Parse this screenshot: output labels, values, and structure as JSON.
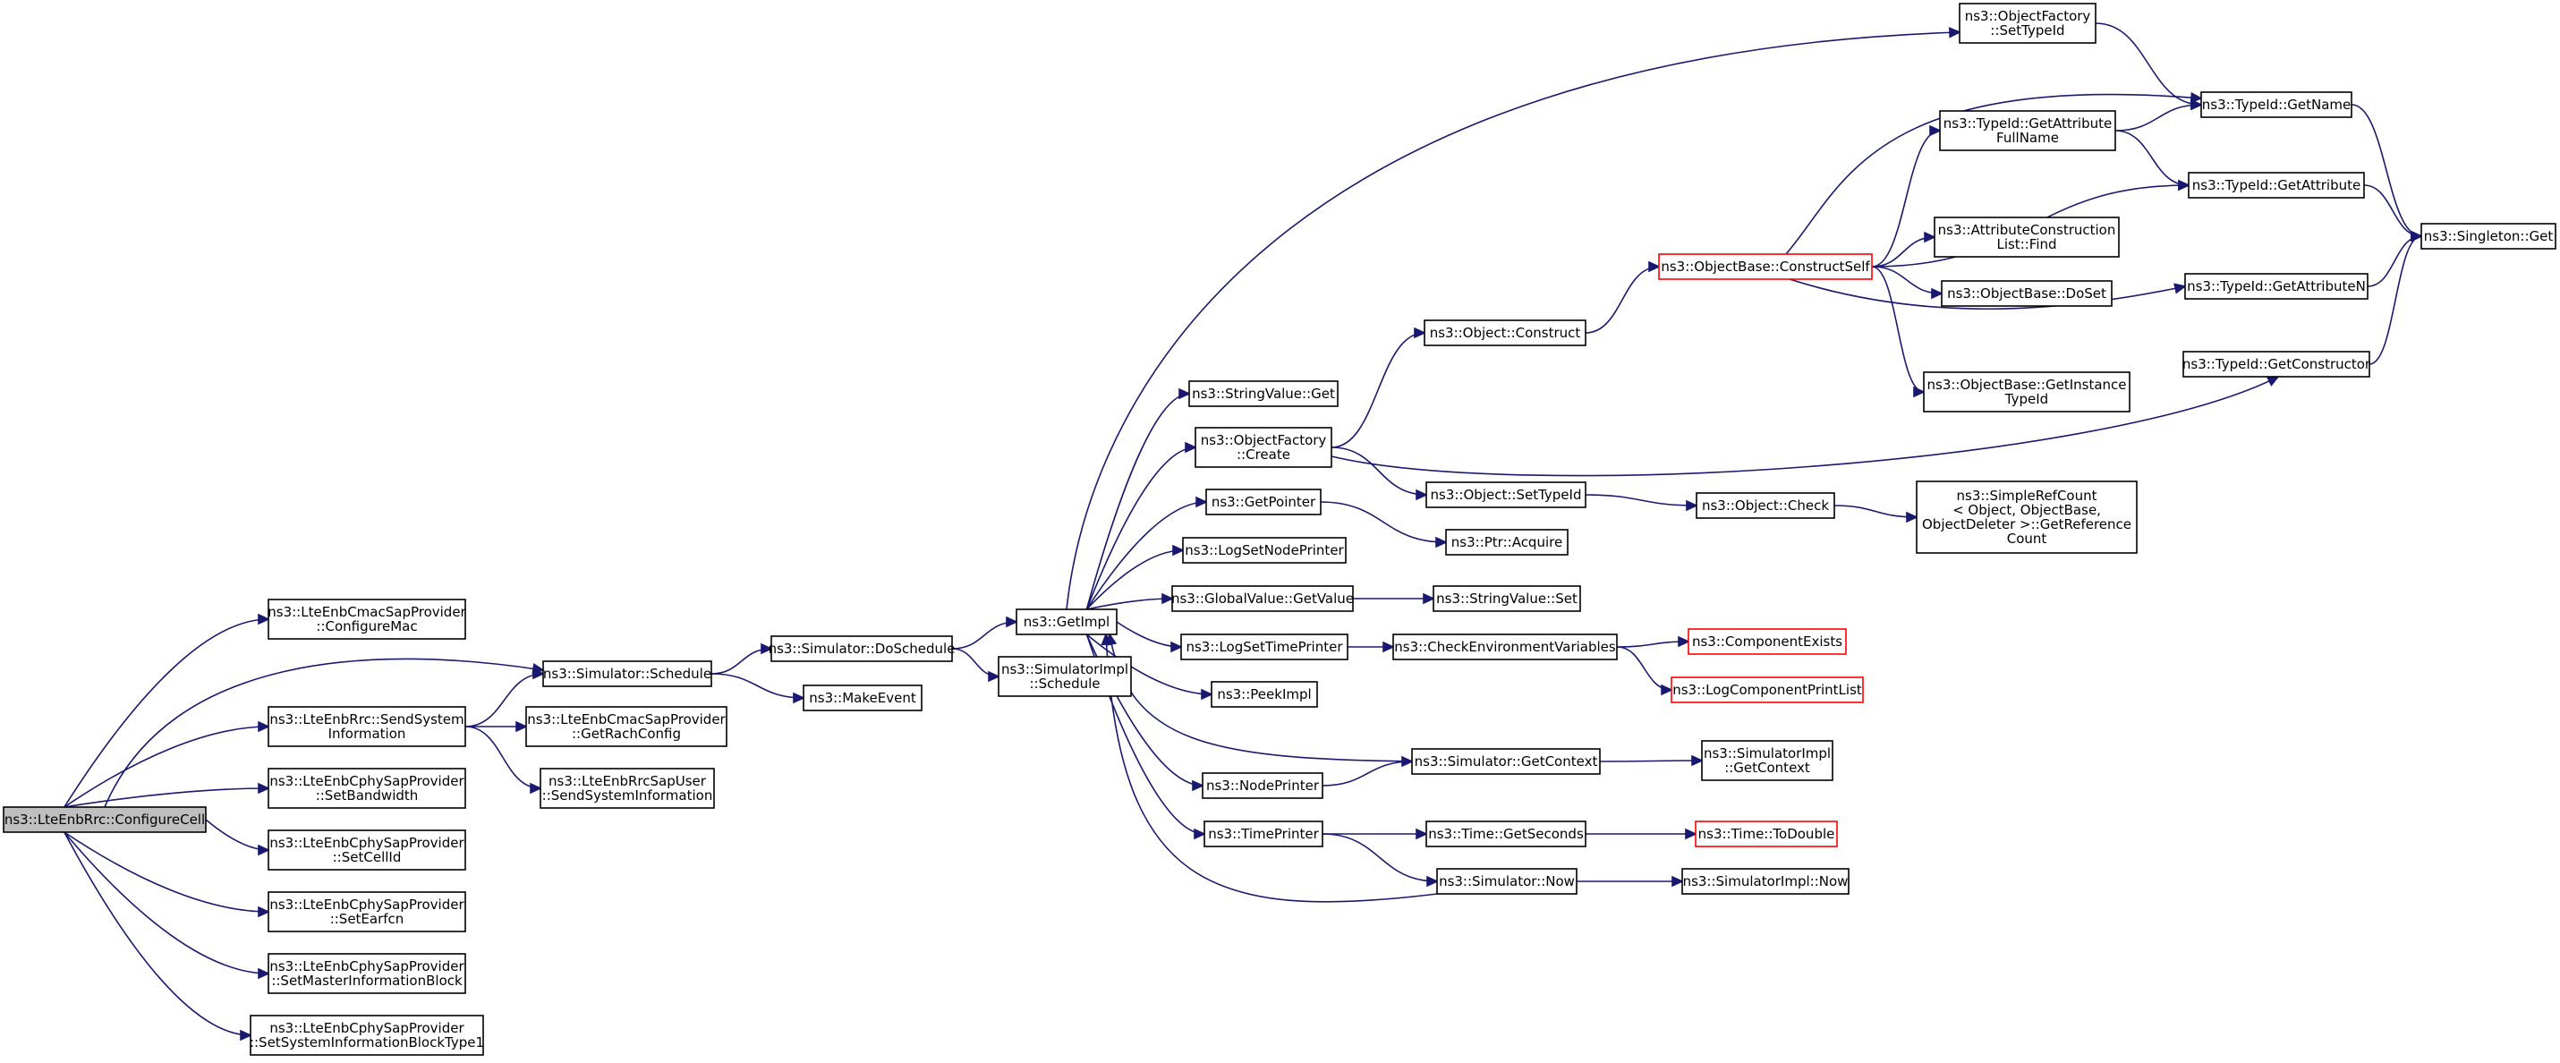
{
  "diagram": {
    "nodes": [
      {
        "id": "configure_cell",
        "lines": [
          "ns3::LteEnbRrc::ConfigureCell"
        ],
        "style": "root"
      },
      {
        "id": "configure_mac",
        "lines": [
          "ns3::LteEnbCmacSapProvider",
          "::ConfigureMac"
        ]
      },
      {
        "id": "sim_schedule",
        "lines": [
          "ns3::Simulator::Schedule"
        ]
      },
      {
        "id": "send_sysinfo",
        "lines": [
          "ns3::LteEnbRrc::SendSystem",
          "Information"
        ]
      },
      {
        "id": "set_bandwidth",
        "lines": [
          "ns3::LteEnbCphySapProvider",
          "::SetBandwidth"
        ]
      },
      {
        "id": "set_cellid",
        "lines": [
          "ns3::LteEnbCphySapProvider",
          "::SetCellId"
        ]
      },
      {
        "id": "set_earfcn",
        "lines": [
          "ns3::LteEnbCphySapProvider",
          "::SetEarfcn"
        ]
      },
      {
        "id": "set_mib",
        "lines": [
          "ns3::LteEnbCphySapProvider",
          "::SetMasterInformationBlock"
        ]
      },
      {
        "id": "set_sib1",
        "lines": [
          "ns3::LteEnbCphySapProvider",
          "::SetSystemInformationBlockType1"
        ]
      },
      {
        "id": "get_rach",
        "lines": [
          "ns3::LteEnbCmacSapProvider",
          "::GetRachConfig"
        ]
      },
      {
        "id": "rrcsap_send",
        "lines": [
          "ns3::LteEnbRrcSapUser",
          "::SendSystemInformation"
        ]
      },
      {
        "id": "do_schedule",
        "lines": [
          "ns3::Simulator::DoSchedule"
        ]
      },
      {
        "id": "make_event",
        "lines": [
          "ns3::MakeEvent"
        ]
      },
      {
        "id": "get_impl",
        "lines": [
          "ns3::GetImpl"
        ]
      },
      {
        "id": "simimpl_schedule",
        "lines": [
          "ns3::SimulatorImpl",
          "::Schedule"
        ]
      },
      {
        "id": "stringvalue_get",
        "lines": [
          "ns3::StringValue::Get"
        ]
      },
      {
        "id": "of_create",
        "lines": [
          "ns3::ObjectFactory",
          "::Create"
        ]
      },
      {
        "id": "get_pointer",
        "lines": [
          "ns3::GetPointer"
        ]
      },
      {
        "id": "log_set_node",
        "lines": [
          "ns3::LogSetNodePrinter"
        ]
      },
      {
        "id": "gv_getvalue",
        "lines": [
          "ns3::GlobalValue::GetValue"
        ]
      },
      {
        "id": "log_set_time",
        "lines": [
          "ns3::LogSetTimePrinter"
        ]
      },
      {
        "id": "peek_impl",
        "lines": [
          "ns3::PeekImpl"
        ]
      },
      {
        "id": "node_printer",
        "lines": [
          "ns3::NodePrinter"
        ]
      },
      {
        "id": "time_printer",
        "lines": [
          "ns3::TimePrinter"
        ]
      },
      {
        "id": "obj_construct",
        "lines": [
          "ns3::Object::Construct"
        ]
      },
      {
        "id": "obj_settypeid",
        "lines": [
          "ns3::Object::SetTypeId"
        ]
      },
      {
        "id": "ptr_acquire",
        "lines": [
          "ns3::Ptr::Acquire"
        ]
      },
      {
        "id": "sv_set",
        "lines": [
          "ns3::StringValue::Set"
        ]
      },
      {
        "id": "check_env",
        "lines": [
          "ns3::CheckEnvironmentVariables"
        ]
      },
      {
        "id": "sim_getcontext",
        "lines": [
          "ns3::Simulator::GetContext"
        ]
      },
      {
        "id": "time_getseconds",
        "lines": [
          "ns3::Time::GetSeconds"
        ]
      },
      {
        "id": "sim_now",
        "lines": [
          "ns3::Simulator::Now"
        ]
      },
      {
        "id": "ob_constructself",
        "lines": [
          "ns3::ObjectBase::ConstructSelf"
        ],
        "style": "red"
      },
      {
        "id": "obj_check",
        "lines": [
          "ns3::Object::Check"
        ]
      },
      {
        "id": "component_exists",
        "lines": [
          "ns3::ComponentExists"
        ],
        "style": "red"
      },
      {
        "id": "log_component_list",
        "lines": [
          "ns3::LogComponentPrintList"
        ],
        "style": "red"
      },
      {
        "id": "simimpl_getcontext",
        "lines": [
          "ns3::SimulatorImpl",
          "::GetContext"
        ]
      },
      {
        "id": "time_todouble",
        "lines": [
          "ns3::Time::ToDouble"
        ],
        "style": "red"
      },
      {
        "id": "simimpl_now",
        "lines": [
          "ns3::SimulatorImpl::Now"
        ]
      },
      {
        "id": "of_settypeid",
        "lines": [
          "ns3::ObjectFactory",
          "::SetTypeId"
        ]
      },
      {
        "id": "tid_getattr_full",
        "lines": [
          "ns3::TypeId::GetAttribute",
          "FullName"
        ]
      },
      {
        "id": "attr_list_find",
        "lines": [
          "ns3::AttributeConstruction",
          "List::Find"
        ]
      },
      {
        "id": "ob_doset",
        "lines": [
          "ns3::ObjectBase::DoSet"
        ]
      },
      {
        "id": "ob_getinstance",
        "lines": [
          "ns3::ObjectBase::GetInstance",
          "TypeId"
        ]
      },
      {
        "id": "simplerefcount",
        "lines": [
          "ns3::SimpleRefCount",
          "< Object, ObjectBase,",
          " ObjectDeleter >::GetReference",
          "Count"
        ]
      },
      {
        "id": "tid_getname",
        "lines": [
          "ns3::TypeId::GetName"
        ]
      },
      {
        "id": "tid_getattr",
        "lines": [
          "ns3::TypeId::GetAttribute"
        ]
      },
      {
        "id": "tid_getattrn",
        "lines": [
          "ns3::TypeId::GetAttributeN"
        ]
      },
      {
        "id": "tid_getctor",
        "lines": [
          "ns3::TypeId::GetConstructor"
        ]
      },
      {
        "id": "singleton_get",
        "lines": [
          "ns3::Singleton::Get"
        ]
      }
    ],
    "edges": [
      [
        "configure_cell",
        "configure_mac"
      ],
      [
        "configure_cell",
        "sim_schedule"
      ],
      [
        "configure_cell",
        "send_sysinfo"
      ],
      [
        "configure_cell",
        "set_bandwidth"
      ],
      [
        "configure_cell",
        "set_cellid"
      ],
      [
        "configure_cell",
        "set_earfcn"
      ],
      [
        "configure_cell",
        "set_mib"
      ],
      [
        "configure_cell",
        "set_sib1"
      ],
      [
        "send_sysinfo",
        "sim_schedule"
      ],
      [
        "send_sysinfo",
        "get_rach"
      ],
      [
        "send_sysinfo",
        "rrcsap_send"
      ],
      [
        "sim_schedule",
        "do_schedule"
      ],
      [
        "sim_schedule",
        "make_event"
      ],
      [
        "do_schedule",
        "get_impl"
      ],
      [
        "do_schedule",
        "simimpl_schedule"
      ],
      [
        "get_impl",
        "stringvalue_get"
      ],
      [
        "get_impl",
        "of_create"
      ],
      [
        "get_impl",
        "get_pointer"
      ],
      [
        "get_impl",
        "log_set_node"
      ],
      [
        "get_impl",
        "gv_getvalue"
      ],
      [
        "get_impl",
        "log_set_time"
      ],
      [
        "get_impl",
        "peek_impl"
      ],
      [
        "get_impl",
        "node_printer"
      ],
      [
        "get_impl",
        "time_printer"
      ],
      [
        "get_impl",
        "of_settypeid"
      ],
      [
        "of_create",
        "obj_construct"
      ],
      [
        "of_create",
        "obj_settypeid"
      ],
      [
        "of_create",
        "tid_getctor"
      ],
      [
        "get_pointer",
        "ptr_acquire"
      ],
      [
        "gv_getvalue",
        "sv_set"
      ],
      [
        "log_set_time",
        "check_env"
      ],
      [
        "node_printer",
        "sim_getcontext"
      ],
      [
        "time_printer",
        "time_getseconds"
      ],
      [
        "time_printer",
        "sim_now"
      ],
      [
        "sim_getcontext",
        "get_impl"
      ],
      [
        "sim_getcontext",
        "simimpl_getcontext"
      ],
      [
        "sim_now",
        "get_impl"
      ],
      [
        "sim_now",
        "simimpl_now"
      ],
      [
        "time_getseconds",
        "time_todouble"
      ],
      [
        "check_env",
        "component_exists"
      ],
      [
        "check_env",
        "log_component_list"
      ],
      [
        "obj_construct",
        "ob_constructself"
      ],
      [
        "obj_settypeid",
        "obj_check"
      ],
      [
        "obj_check",
        "simplerefcount"
      ],
      [
        "ob_constructself",
        "tid_getname"
      ],
      [
        "ob_constructself",
        "tid_getattr_full"
      ],
      [
        "ob_constructself",
        "tid_getattr"
      ],
      [
        "ob_constructself",
        "attr_list_find"
      ],
      [
        "ob_constructself",
        "ob_doset"
      ],
      [
        "ob_constructself",
        "tid_getattrn"
      ],
      [
        "ob_constructself",
        "ob_getinstance"
      ],
      [
        "of_settypeid",
        "tid_getname"
      ],
      [
        "tid_getattr_full",
        "tid_getname"
      ],
      [
        "tid_getattr_full",
        "tid_getattr"
      ],
      [
        "tid_getname",
        "singleton_get"
      ],
      [
        "tid_getattr",
        "singleton_get"
      ],
      [
        "tid_getattrn",
        "singleton_get"
      ],
      [
        "tid_getctor",
        "singleton_get"
      ]
    ]
  }
}
